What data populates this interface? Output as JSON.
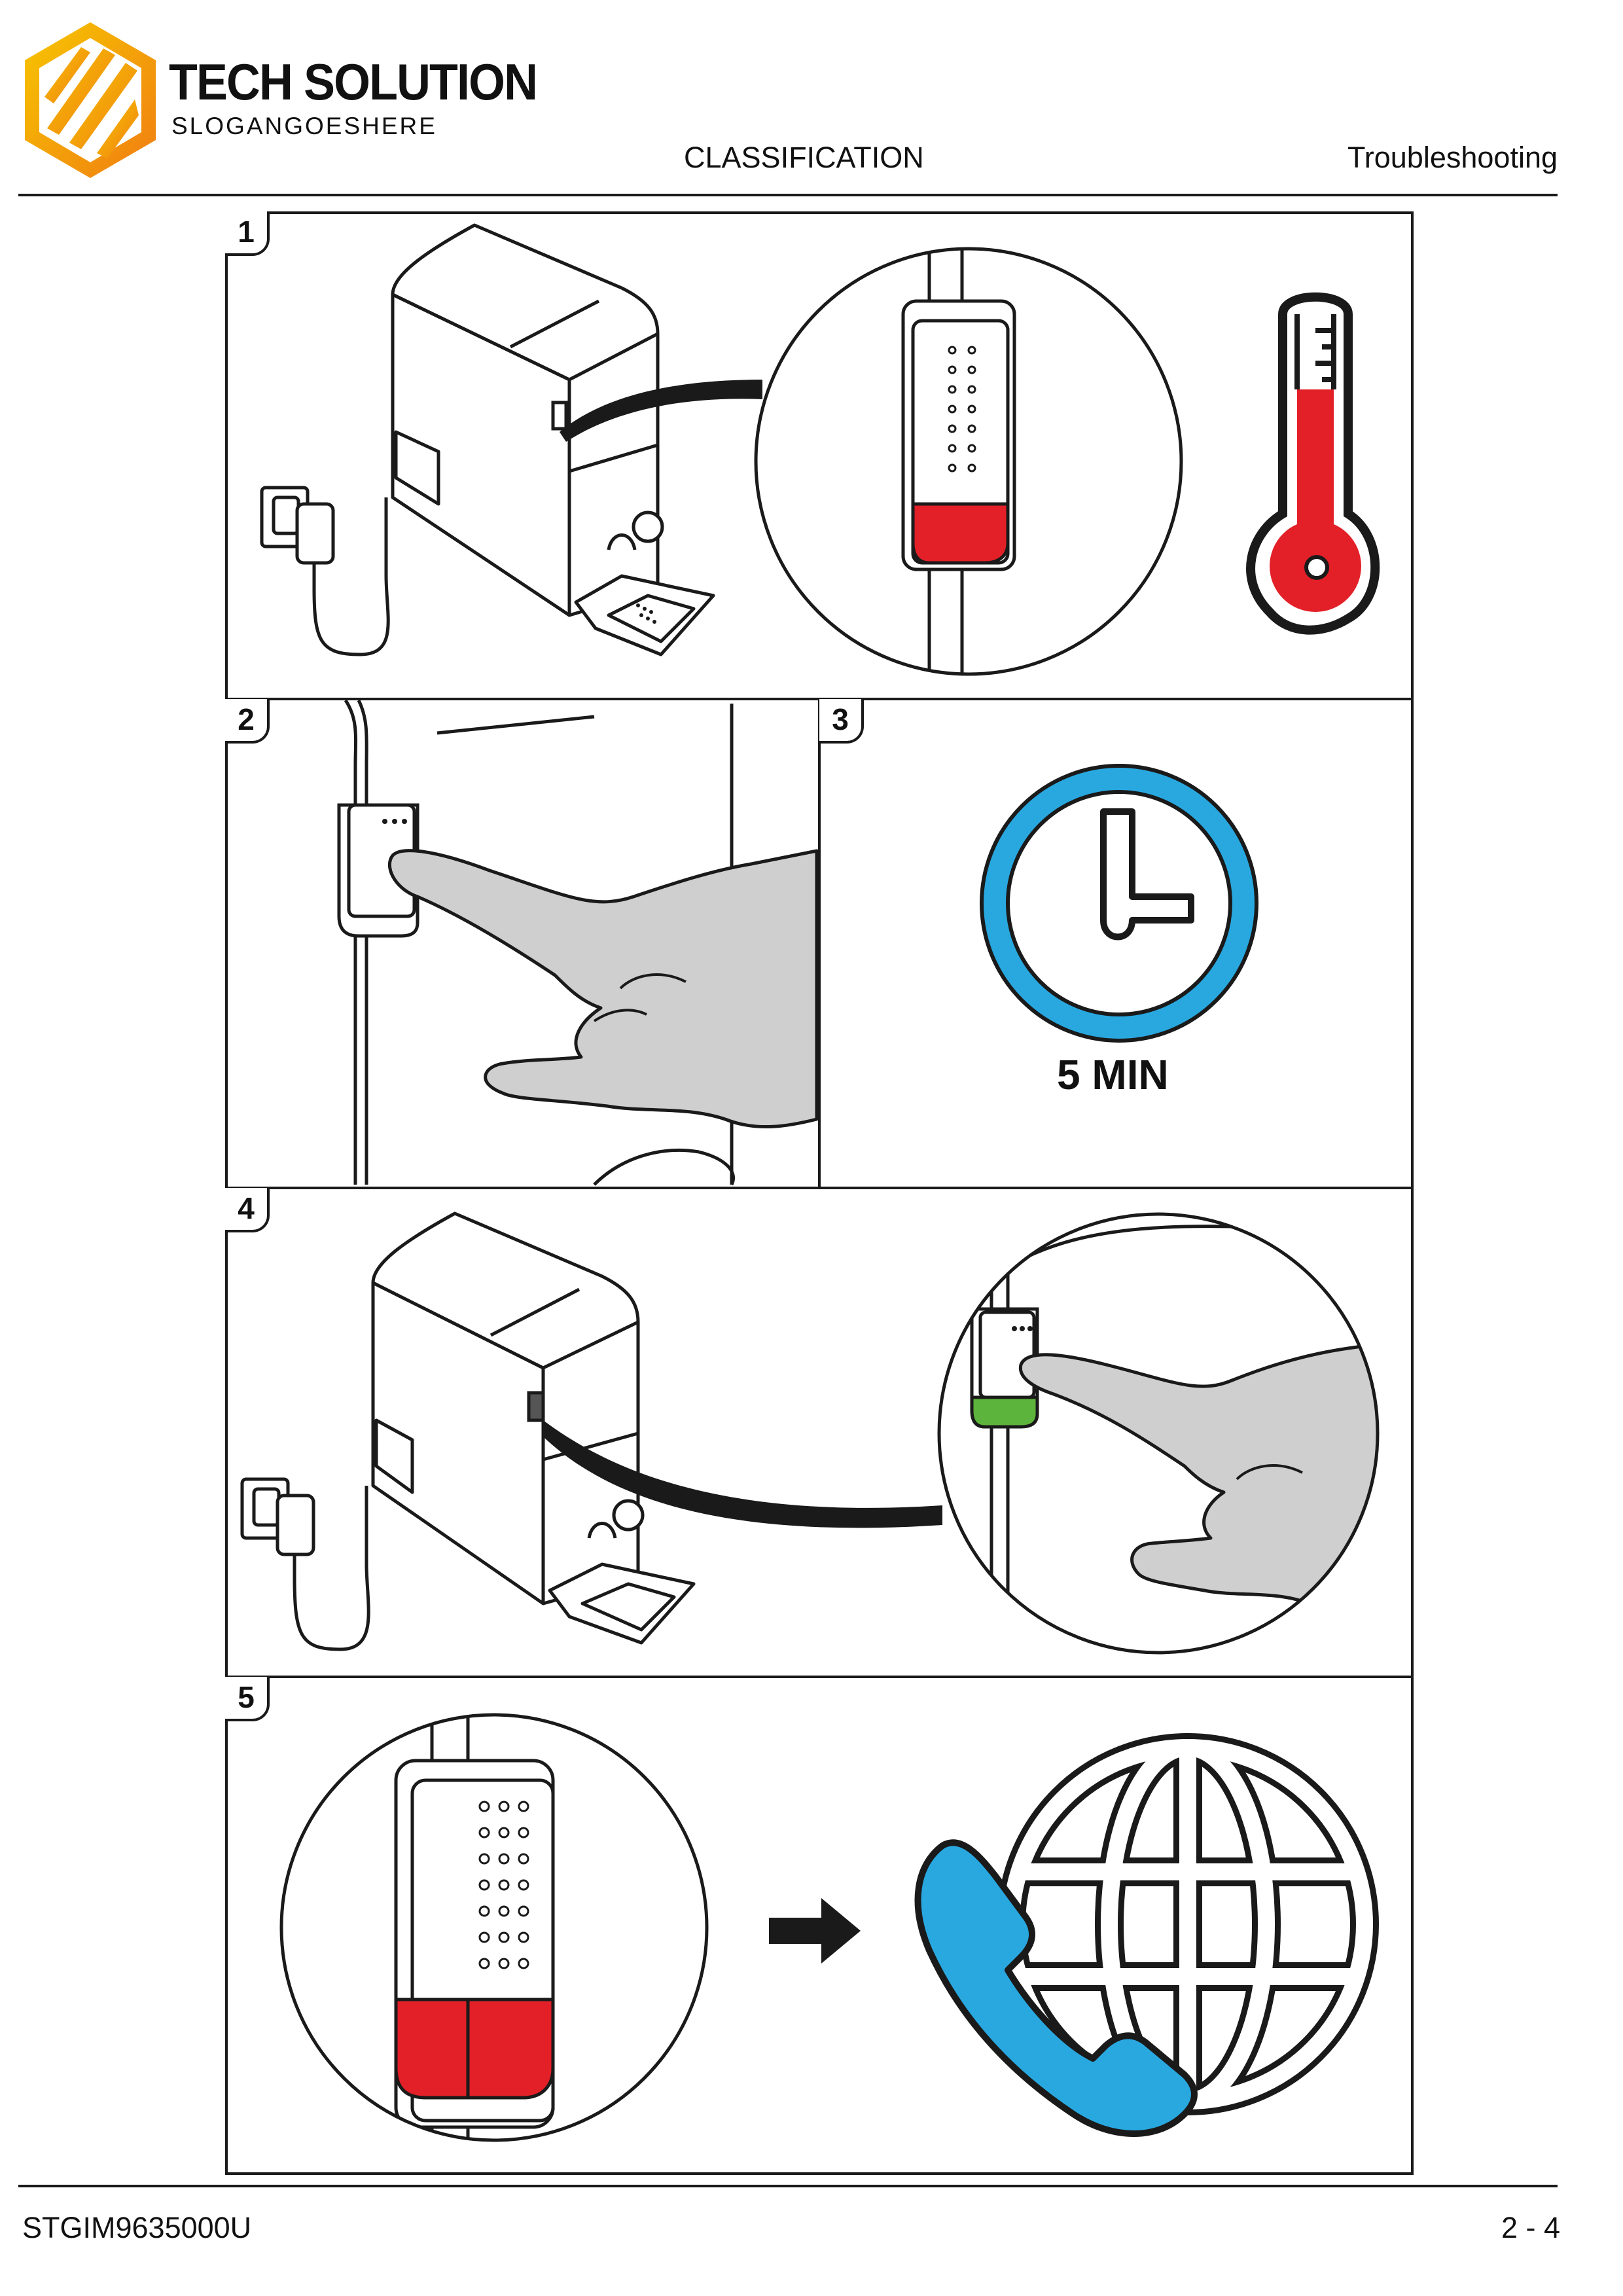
{
  "header": {
    "brand_name": "TECH SOLUTION",
    "brand_slogan": "SLOGANGOESHERE",
    "classification": "CLASSIFICATION",
    "section_title": "Troubleshooting"
  },
  "footer": {
    "doc_number": "STGIM9635000U",
    "page_number": "2 - 4"
  },
  "steps": [
    {
      "number": "1",
      "icons": [
        "dispenser-icon",
        "indicator-red-icon",
        "thermometer-icon"
      ]
    },
    {
      "number": "2",
      "icons": [
        "finger-press-button-icon"
      ]
    },
    {
      "number": "3",
      "icons": [
        "clock-icon"
      ],
      "label": "5 MIN"
    },
    {
      "number": "4",
      "icons": [
        "dispenser-icon",
        "indicator-green-icon"
      ]
    },
    {
      "number": "5",
      "icons": [
        "indicator-red-icon",
        "arrow-right-icon",
        "globe-phone-icon"
      ]
    }
  ],
  "colors": {
    "logo_orange": "#f39a1e",
    "logo_yellow": "#f7c600",
    "indicator_red": "#e32028",
    "indicator_green": "#5db43c",
    "clock_blue": "#29a8e0",
    "phone_blue": "#29a8e0",
    "hand_grey": "#cfcfcf",
    "line": "#1a1a1a"
  }
}
